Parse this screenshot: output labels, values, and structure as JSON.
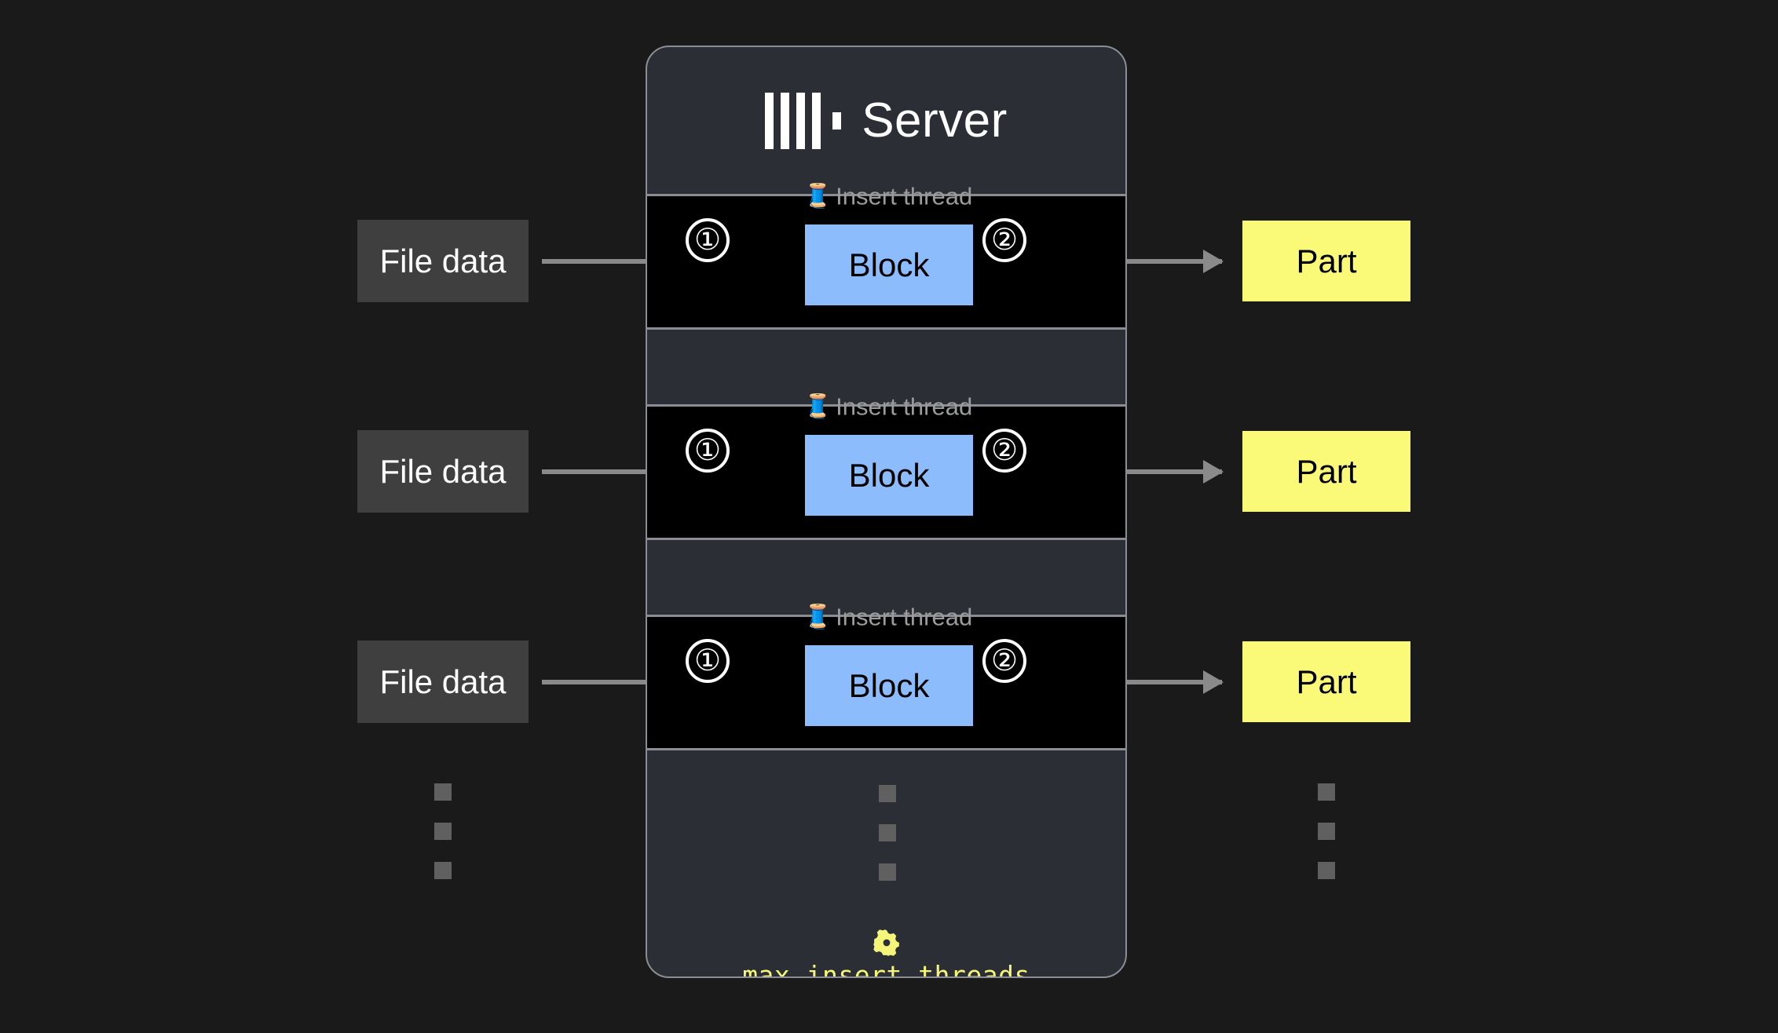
{
  "page": {
    "background_color": "#1a1a1a"
  },
  "server": {
    "title": "Server",
    "logo_icon": "clickhouse-logo-icon",
    "card_background": "#2b2e35",
    "border_color": "#8a8d93"
  },
  "lanes": [
    {
      "label": "Insert thread",
      "spool_icon": "thread-spool-icon",
      "step_in": "①",
      "step_out": "②",
      "input": {
        "label": "File data",
        "color": "#3f3f3f",
        "text_color": "#ffffff"
      },
      "block": {
        "label": "Block",
        "color": "#8cbcfc",
        "text_color": "#000000"
      },
      "output": {
        "label": "Part",
        "color": "#fafa78",
        "text_color": "#000000"
      }
    },
    {
      "label": "Insert thread",
      "spool_icon": "thread-spool-icon",
      "step_in": "①",
      "step_out": "②",
      "input": {
        "label": "File data",
        "color": "#3f3f3f",
        "text_color": "#ffffff"
      },
      "block": {
        "label": "Block",
        "color": "#8cbcfc",
        "text_color": "#000000"
      },
      "output": {
        "label": "Part",
        "color": "#fafa78",
        "text_color": "#000000"
      }
    },
    {
      "label": "Insert thread",
      "spool_icon": "thread-spool-icon",
      "step_in": "①",
      "step_out": "②",
      "input": {
        "label": "File data",
        "color": "#3f3f3f",
        "text_color": "#ffffff"
      },
      "block": {
        "label": "Block",
        "color": "#8cbcfc",
        "text_color": "#000000"
      },
      "output": {
        "label": "Part",
        "color": "#fafa78",
        "text_color": "#000000"
      }
    }
  ],
  "ellipsis": {
    "dot_color": "#606060",
    "dot_count": 3,
    "columns": [
      "file-data-column",
      "block-column",
      "part-column"
    ]
  },
  "setting": {
    "icon": "gear-icon",
    "name": "max_insert_threads",
    "color": "#f5f57a"
  }
}
